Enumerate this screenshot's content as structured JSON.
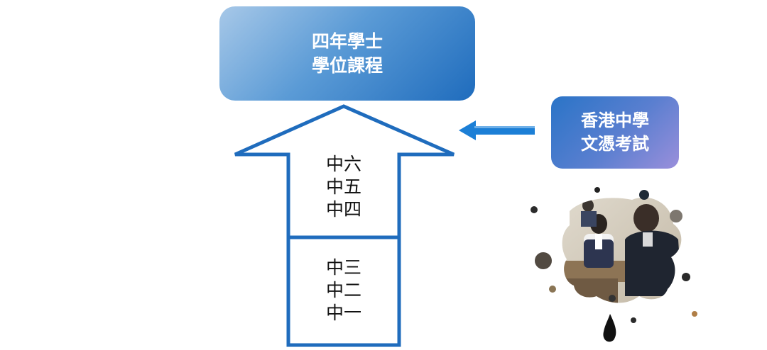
{
  "top_box": {
    "line1": "四年學士",
    "line2": "學位課程"
  },
  "exam_box": {
    "line1": "香港中學",
    "line2": "文憑考試"
  },
  "senior_grades": [
    "中六",
    "中五",
    "中四"
  ],
  "junior_grades": [
    "中三",
    "中二",
    "中一"
  ],
  "colors": {
    "arrow_outline": "#1f6cbd",
    "exam_arrow": "#1c7fd6",
    "top_box_gradient": [
      "#a7c8e8",
      "#1f6cbd"
    ],
    "exam_box_gradient": [
      "#2a74c7",
      "#9a8fdb"
    ]
  },
  "icons": {
    "photo": "students-classroom-ink-splash"
  }
}
